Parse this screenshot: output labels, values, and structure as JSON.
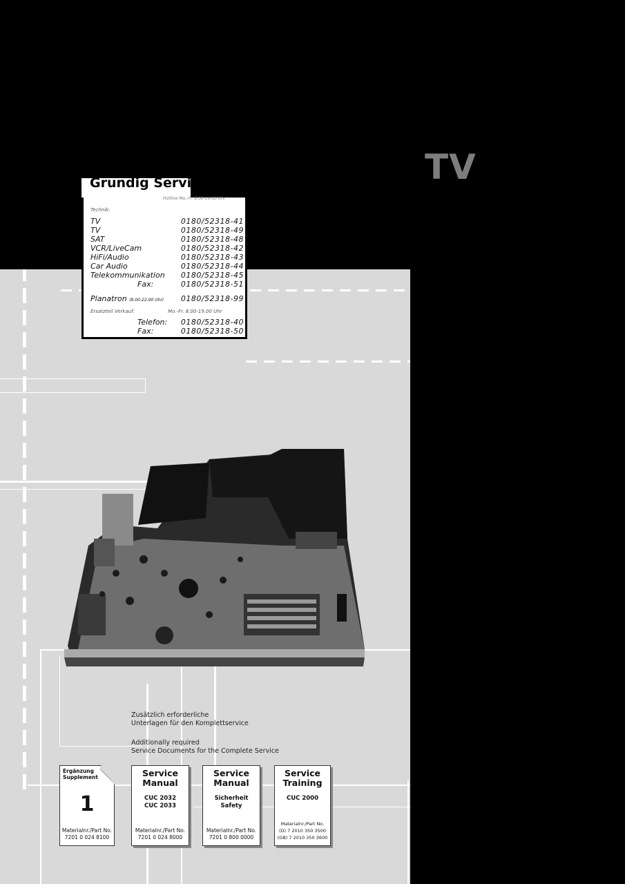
{
  "category": "TV",
  "hotline": {
    "heading": "Grundig Service",
    "hours_top": "Hotline Mo.-Fr. 8.00-19.00 Uhr",
    "technik_label": "Technik:",
    "rows": [
      {
        "name": "TV",
        "number": "0180/52318-41"
      },
      {
        "name": "TV",
        "number": "0180/52318-49"
      },
      {
        "name": "SAT",
        "number": "0180/52318-48"
      },
      {
        "name": "VCR/LiveCam",
        "number": "0180/52318-42"
      },
      {
        "name": "HiFi/Audio",
        "number": "0180/52318-43"
      },
      {
        "name": "Car Audio",
        "number": "0180/52318-44"
      },
      {
        "name": "Telekommunikation",
        "number": "0180/52318-45"
      },
      {
        "name": "Fax:",
        "number": "0180/52318-51"
      }
    ],
    "planatron_name": "Planatron",
    "planatron_hours": "(8.00-22.00 Uhr)",
    "planatron_number": "0180/52318-99",
    "ersatzteil_label": "Ersatzteil Verkauf:",
    "ersatzteil_hours": "Mo.-Fr. 8.00-19.00 Uhr",
    "telefon_label": "Telefon:",
    "telefon_number": "0180/52318-40",
    "fax_label": "Fax:",
    "fax_number": "0180/52318-50"
  },
  "info": {
    "de_line1": "Zusätzlich erforderliche",
    "de_line2": "Unterlagen für den Komplettservice",
    "en_line1": "Additionally required",
    "en_line2": "Service Documents for the Complete Service"
  },
  "documents": {
    "supplement": {
      "label1": "Ergänzung",
      "label2": "Supplement",
      "number": "1",
      "pn_label": "Materialnr./Part No.",
      "pn": "7201 0 024 8100"
    },
    "manual1": {
      "title1": "Service",
      "title2": "Manual",
      "model1": "CUC 2032",
      "model2": "CUC 2033",
      "pn_label": "Materialnr./Part No.",
      "pn": "7201 0 024 8000"
    },
    "manual2": {
      "title1": "Service",
      "title2": "Manual",
      "model1": "Sicherheit",
      "model2": "Safety",
      "pn_label": "Materialnr./Part No.",
      "pn": "7201 0 800 0000"
    },
    "training": {
      "title1": "Service",
      "title2": "Training",
      "model1": "CUC 2000",
      "pn_label": "Materialnr./Part No.",
      "pn1": "(D) 7 2010 350 3500",
      "pn2": "(GB) 7 2010 350 3600"
    }
  }
}
